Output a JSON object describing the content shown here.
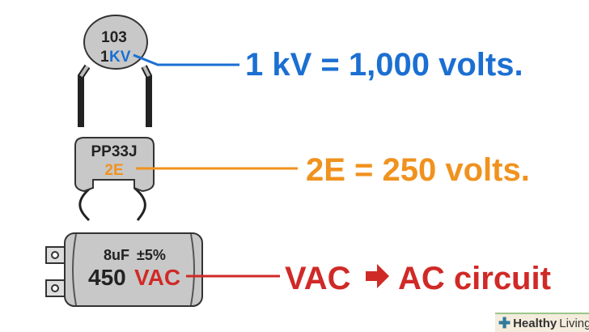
{
  "components": {
    "ceramic": {
      "code": "103",
      "rating_number": "1",
      "rating_unit": "KV"
    },
    "film": {
      "code": "PP33J",
      "rating": "2E"
    },
    "electrolytic": {
      "capacitance": "8uF",
      "tolerance": "±5%",
      "voltage": "450",
      "voltage_type": "VAC"
    }
  },
  "labels": {
    "ceramic": "1 kV = 1,000 volts.",
    "film": "2E = 250 volts.",
    "electrolytic_left": "VAC",
    "electrolytic_right": "AC circuit"
  },
  "colors": {
    "blue": "#1b6fd1",
    "orange": "#f0921e",
    "red": "#d02a27",
    "body_gray": "#c8c8c8"
  },
  "watermark": {
    "bold": "Healthy",
    "light": "Living"
  }
}
